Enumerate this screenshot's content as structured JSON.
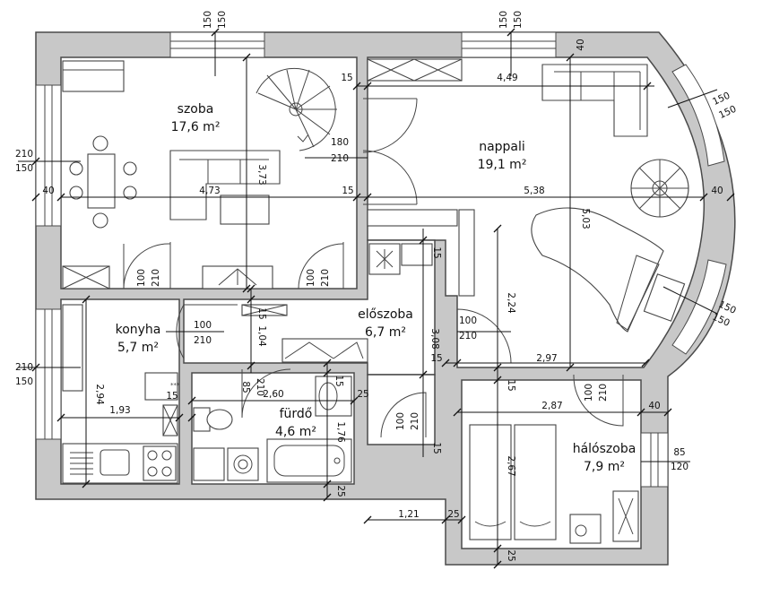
{
  "rooms": {
    "szoba": {
      "name": "szoba",
      "area": "17,6 m²"
    },
    "nappali": {
      "name": "nappali",
      "area": "19,1 m²"
    },
    "konyha": {
      "name": "konyha",
      "area": "5,7 m²"
    },
    "eloszoba": {
      "name": "előszoba",
      "area": "6,7 m²"
    },
    "furdo": {
      "name": "fürdő",
      "area": "4,6 m²"
    },
    "haloszoba": {
      "name": "hálószoba",
      "area": "7,9 m²"
    }
  },
  "dimensions": {
    "top_window_left_a": "150",
    "top_window_left_b": "150",
    "top_window_right_a": "150",
    "top_window_right_b": "150",
    "top_wall_right": "40",
    "left_window_top_a": "210",
    "left_window_top_b": "150",
    "left_wall": "40",
    "szoba_width": "4,73",
    "partition_top": "15",
    "partition_mid": "15",
    "nappali_width_top": "4,49",
    "nappali_width": "5,38",
    "door_szoba_nappali_a": "180",
    "door_szoba_nappali_b": "210",
    "szoba_depth": "3,73",
    "right_wall": "40",
    "bay_window_top_a": "150",
    "bay_window_top_b": "150",
    "bay_window_bottom_a": "150",
    "bay_window_bottom_b": "150",
    "nappali_depth": "5,03",
    "door_szoba_a": "100",
    "door_szoba_b": "210",
    "door_szoba2_a": "100",
    "door_szoba2_b": "210",
    "closet_wall": "15",
    "hall_depth": "2,24",
    "door_konyha_a": "100",
    "door_konyha_b": "210",
    "wall_15_konyha": "15",
    "hall_len": "1,04",
    "hall_depth2": "3,08",
    "door_nappali_a": "100",
    "door_nappali_b": "210",
    "wall_15_hal": "15",
    "hal_width_top": "2,97",
    "left_window_bot_a": "210",
    "left_window_bot_b": "150",
    "konyha_depth": "2,94",
    "konyha_width": "1,93",
    "wall_15_k2": "15",
    "door_furdo_a": "85",
    "door_furdo_b": "210",
    "furdo_width": "2,60",
    "wall_15_f": "15",
    "wall_25_f": "25",
    "furdo_depth": "1,76",
    "door_hal_a": "100",
    "door_hal_b": "210",
    "wall_15_h": "15",
    "wall_15_h2": "15",
    "hal_width": "2,87",
    "door_hal2_a": "100",
    "door_hal2_b": "210",
    "wall_40_h": "40",
    "hal_window_a": "85",
    "hal_window_b": "120",
    "hal_depth": "2,67",
    "wall_25_bottom": "25",
    "closet_width": "1,21",
    "wall_25_closet": "25",
    "wall_25_hal": "25"
  }
}
